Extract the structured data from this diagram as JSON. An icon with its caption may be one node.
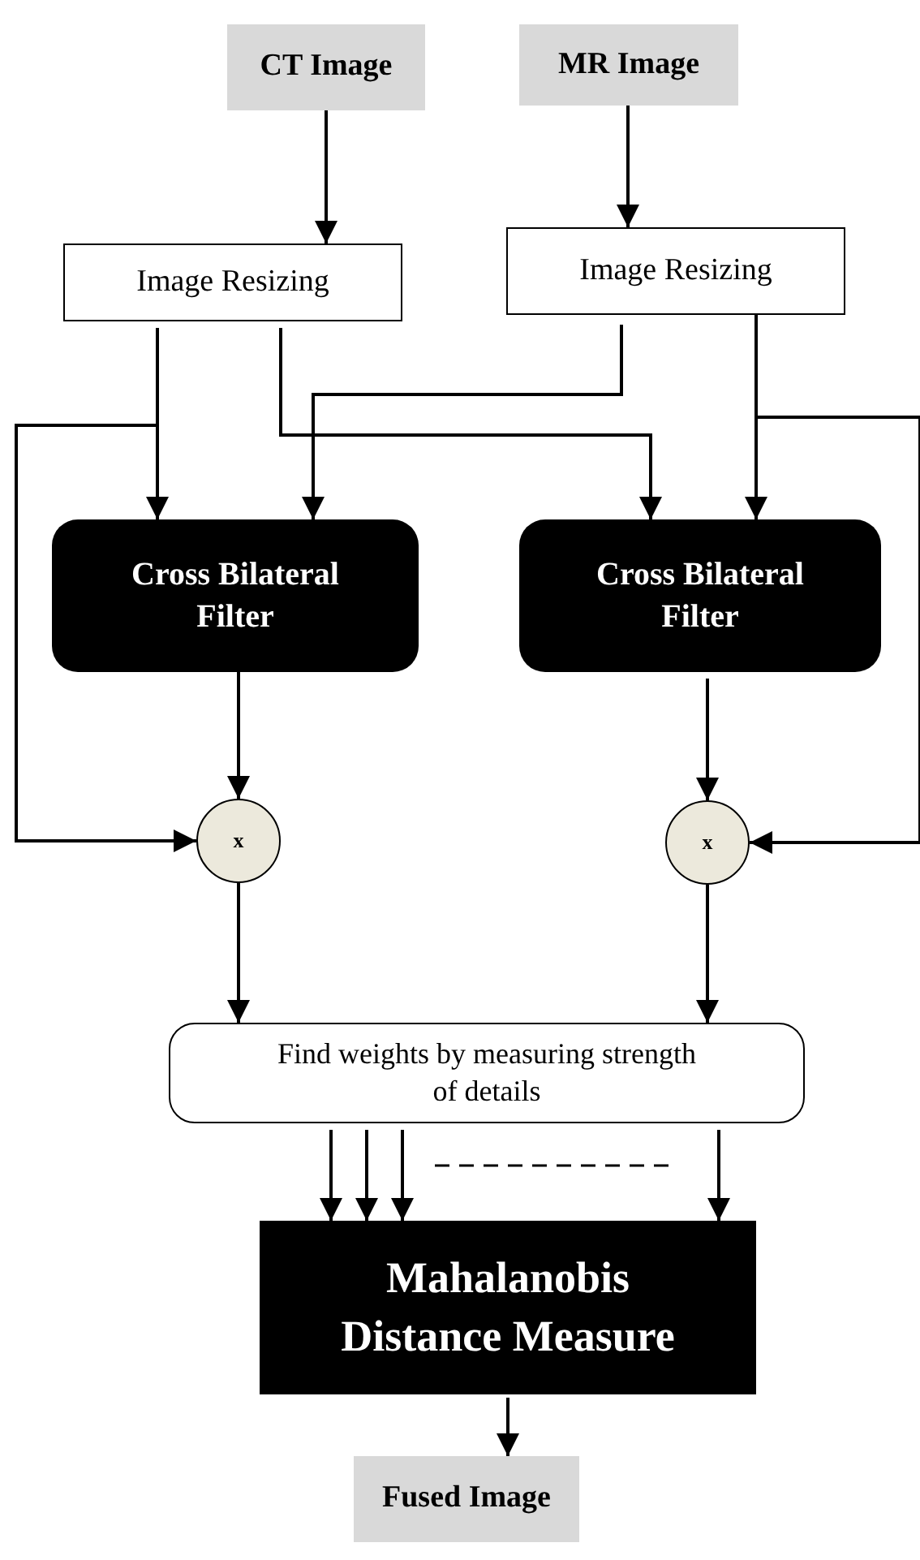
{
  "diagram": {
    "nodes": [
      {
        "text": [
          "CT Image"
        ]
      },
      {
        "text": [
          "MR Image"
        ]
      },
      {
        "text": [
          "Image Resizing"
        ]
      },
      {
        "text": [
          "Image Resizing"
        ]
      },
      {
        "text": [
          "Cross Bilateral Filter"
        ]
      },
      {
        "text": [
          "Cross Bilateral Filter"
        ]
      },
      {
        "text": [
          "x"
        ]
      },
      {
        "text": [
          "x"
        ]
      },
      {
        "text": [
          "Find weights by measuring strength of details"
        ]
      },
      {
        "text": [
          "Mahalanobis Distance Measure"
        ]
      },
      {
        "text": [
          "Fused Image"
        ]
      }
    ],
    "edges": [
      {
        "from": 0,
        "to": 2,
        "arrow": "to"
      },
      {
        "from": 1,
        "to": 3,
        "arrow": "to"
      },
      {
        "from": 2,
        "to": 4,
        "arrow": "to"
      },
      {
        "from": 2,
        "to": 5,
        "arrow": "to"
      },
      {
        "from": 3,
        "to": 4,
        "arrow": "to"
      },
      {
        "from": 3,
        "to": 5,
        "arrow": "to"
      },
      {
        "from": 2,
        "to": 6,
        "arrow": "to"
      },
      {
        "from": 3,
        "to": 7,
        "arrow": "to"
      },
      {
        "from": 4,
        "to": 6,
        "arrow": "to"
      },
      {
        "from": 5,
        "to": 7,
        "arrow": "to"
      },
      {
        "from": 6,
        "to": 8,
        "arrow": "to"
      },
      {
        "from": 7,
        "to": 8,
        "arrow": "to"
      },
      {
        "from": 8,
        "to": 9,
        "arrow": "to"
      },
      {
        "from": 8,
        "to": 9,
        "arrow": "to"
      },
      {
        "from": 8,
        "to": 9,
        "arrow": "to"
      },
      {
        "from": 8,
        "to": 9,
        "arrow": "to"
      },
      {
        "from": 9,
        "to": 10,
        "arrow": "to"
      }
    ]
  }
}
